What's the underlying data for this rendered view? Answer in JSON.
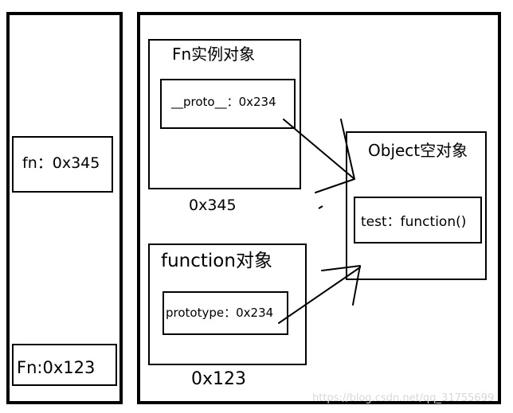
{
  "stack": {
    "fn_var": "fn：0x345",
    "Fn_var": "Fn:0x123"
  },
  "heap": {
    "instance": {
      "title": "Fn实例对象",
      "proto_field": "__proto__：0x234",
      "address": "0x345"
    },
    "object": {
      "title": "Object空对象",
      "test_field": "test：function()"
    },
    "function_obj": {
      "title": "function对象",
      "prototype_field": "prototype：0x234",
      "address": "0x123"
    }
  },
  "watermark": "https://blog.csdn.net/qq_31755699"
}
